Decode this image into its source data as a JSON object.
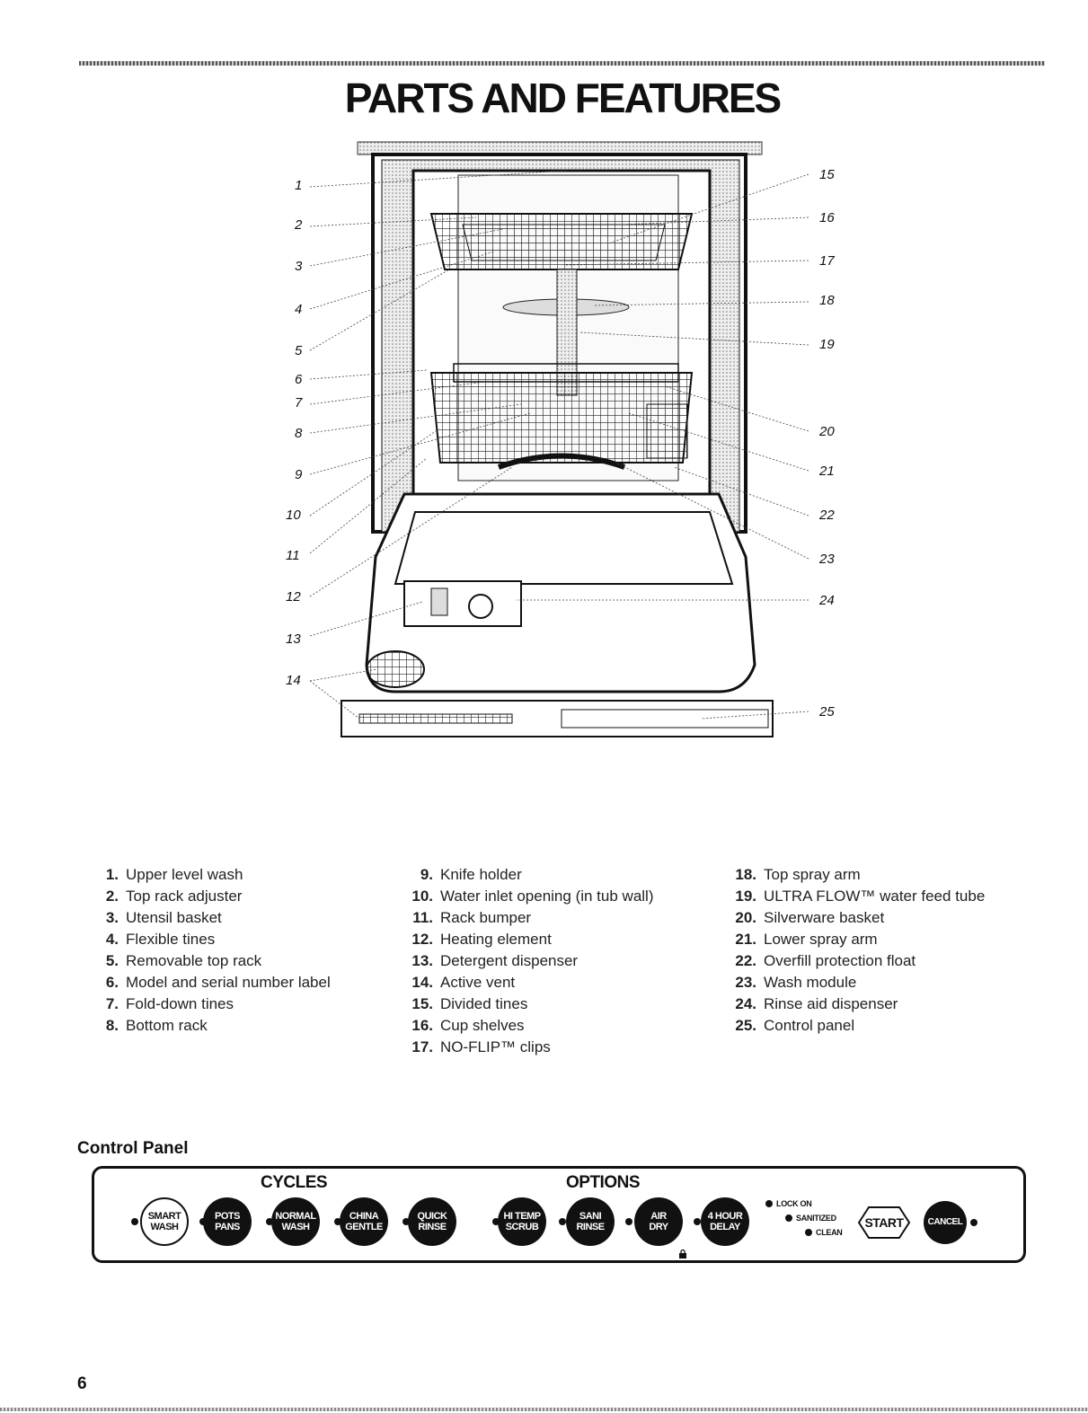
{
  "title": "PARTS AND FEATURES",
  "callouts": {
    "left": [
      "1",
      "2",
      "3",
      "4",
      "5",
      "6",
      "7",
      "8",
      "9",
      "10",
      "11",
      "12",
      "13",
      "14"
    ],
    "right": [
      "15",
      "16",
      "17",
      "18",
      "19",
      "20",
      "21",
      "22",
      "23",
      "24",
      "25"
    ]
  },
  "parts": {
    "col1": [
      {
        "num": "1.",
        "label": "Upper level wash"
      },
      {
        "num": "2.",
        "label": "Top rack adjuster"
      },
      {
        "num": "3.",
        "label": "Utensil basket"
      },
      {
        "num": "4.",
        "label": "Flexible tines"
      },
      {
        "num": "5.",
        "label": "Removable top rack"
      },
      {
        "num": "6.",
        "label": "Model and serial number label"
      },
      {
        "num": "7.",
        "label": "Fold-down tines"
      },
      {
        "num": "8.",
        "label": "Bottom rack"
      }
    ],
    "col2": [
      {
        "num": "9.",
        "label": "Knife holder"
      },
      {
        "num": "10.",
        "label": "Water inlet opening (in tub wall)"
      },
      {
        "num": "11.",
        "label": "Rack bumper"
      },
      {
        "num": "12.",
        "label": "Heating element"
      },
      {
        "num": "13.",
        "label": "Detergent dispenser"
      },
      {
        "num": "14.",
        "label": "Active vent"
      },
      {
        "num": "15.",
        "label": "Divided tines"
      },
      {
        "num": "16.",
        "label": "Cup shelves"
      },
      {
        "num": "17.",
        "label": "NO-FLIP™ clips"
      }
    ],
    "col3": [
      {
        "num": "18.",
        "label": "Top spray arm"
      },
      {
        "num": "19.",
        "label": "ULTRA FLOW™ water feed tube"
      },
      {
        "num": "20.",
        "label": "Silverware basket"
      },
      {
        "num": "21.",
        "label": "Lower spray arm"
      },
      {
        "num": "22.",
        "label": "Overfill protection float"
      },
      {
        "num": "23.",
        "label": "Wash module"
      },
      {
        "num": "24.",
        "label": "Rinse aid dispenser"
      },
      {
        "num": "25.",
        "label": "Control panel"
      }
    ]
  },
  "control_panel": {
    "heading": "Control Panel",
    "cycles_label": "CYCLES",
    "options_label": "OPTIONS",
    "cycles": [
      "SMART\nWASH",
      "POTS\nPANS",
      "NORMAL\nWASH",
      "CHINA\nGENTLE",
      "QUICK\nRINSE"
    ],
    "options": [
      "HI TEMP\nSCRUB",
      "SANI\nRINSE",
      "AIR\nDRY",
      "4 HOUR\nDELAY"
    ],
    "indicators": [
      "LOCK ON",
      "SANITIZED",
      "CLEAN"
    ],
    "start": "START",
    "cancel": "CANCEL"
  },
  "page_number": "6"
}
